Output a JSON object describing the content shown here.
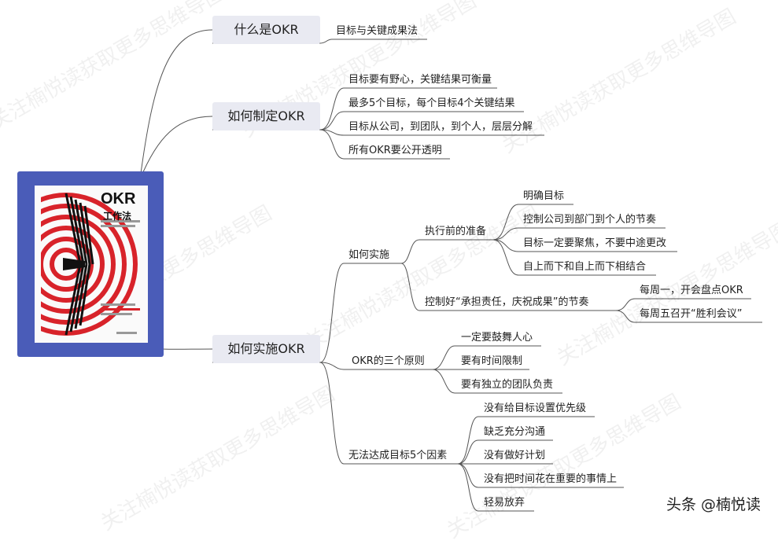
{
  "watermark_text": "关注楠悦读获取更多思维导图",
  "book": {
    "title": "OKR",
    "subtitle": "工作法"
  },
  "branches": {
    "b1": {
      "label": "什么是OKR",
      "leaves": [
        "目标与关键成果法"
      ]
    },
    "b2": {
      "label": "如何制定OKR",
      "leaves": [
        "目标要有野心，关键结果可衡量",
        "最多5个目标，每个目标4个关键结果",
        "目标从公司，到团队，到个人，层层分解",
        "所有OKR要公开透明"
      ]
    },
    "b3": {
      "label": "如何实施OKR",
      "sub1": {
        "label": "如何实施",
        "prep": {
          "label": "执行前的准备",
          "leaves": [
            "明确目标",
            "控制公司到部门到个人的节奏",
            "目标一定要聚焦，不要中途更改",
            "自上而下和自上而下相结合"
          ]
        },
        "rhythm": {
          "label": "控制好“承担责任，庆祝成果”的节奏",
          "leaves": [
            "每周一，开会盘点OKR",
            "每周五召开“胜利会议”"
          ]
        }
      },
      "sub2": {
        "label": "OKR的三个原则",
        "leaves": [
          "一定要鼓舞人心",
          "要有时间限制",
          "要有独立的团队负责"
        ]
      },
      "sub3": {
        "label": "无法达成目标5个因素",
        "leaves": [
          "没有给目标设置优先级",
          "缺乏充分沟通",
          "没有做好计划",
          "没有把时间花在重要的事情上",
          "轻易放弃"
        ]
      }
    }
  },
  "footer": "头条 @楠悦读"
}
